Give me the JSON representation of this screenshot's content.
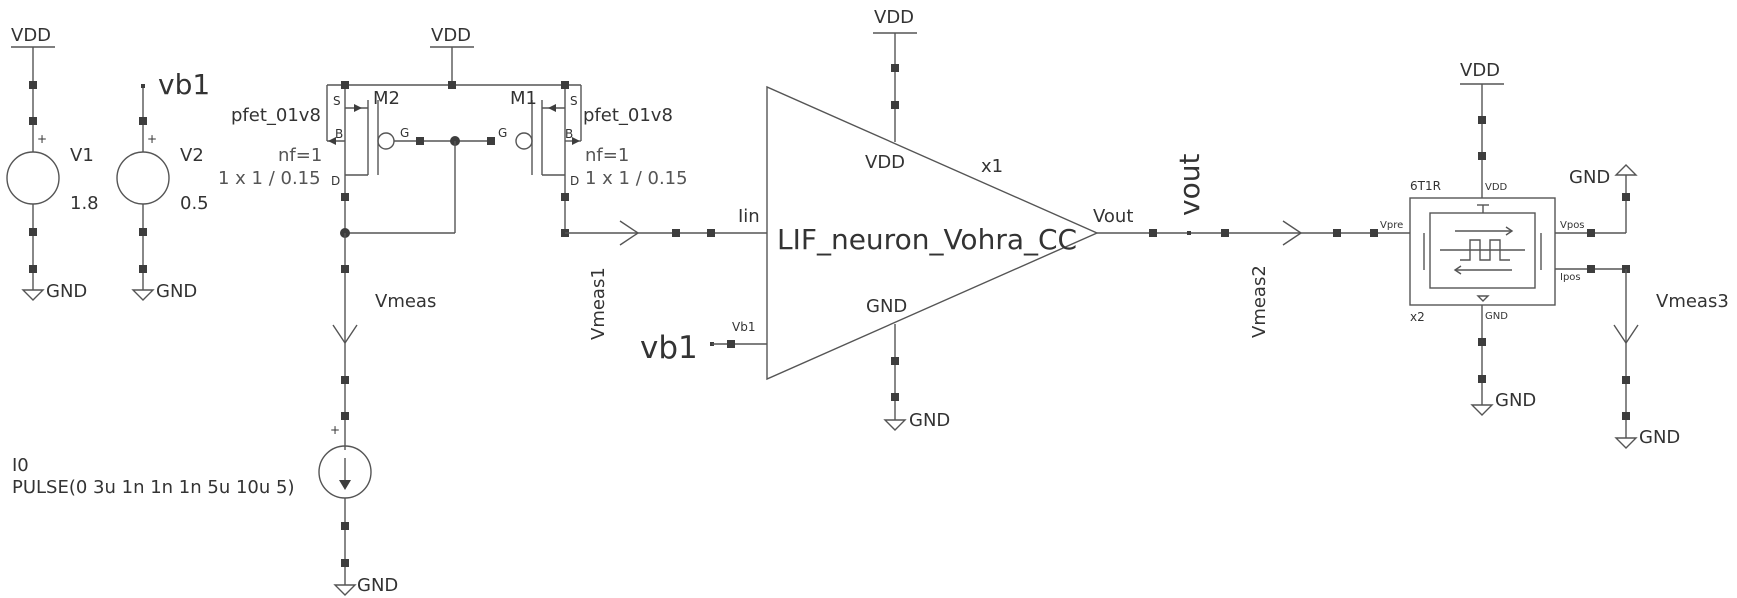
{
  "components": {
    "v1": {
      "name": "V1",
      "value": "1.8"
    },
    "v2": {
      "name": "V2",
      "value": "0.5"
    },
    "m2": {
      "name": "M2",
      "model": "pfet_01v8",
      "nf": "nf=1",
      "size": "1 x 1 / 0.15"
    },
    "m1": {
      "name": "M1",
      "model": "pfet_01v8",
      "nf": "nf=1",
      "size": "1 x 1 / 0.15"
    },
    "i0": {
      "name": "I0",
      "value": "PULSE(0 3u 1n 1n 1n 5u 10u 5)"
    },
    "x1": {
      "name": "x1",
      "cell": "LIF_neuron_Vohra_CC",
      "pin_vdd": "VDD",
      "pin_gnd": "GND",
      "pin_iin": "Iin",
      "pin_vb1": "Vb1",
      "pin_vout": "Vout"
    },
    "x2": {
      "name": "x2",
      "cell": "6T1R",
      "pin_vdd": "VDD",
      "pin_gnd": "GND",
      "pin_vpre": "Vpre",
      "pin_vpos": "Vpos",
      "pin_ipos": "Ipos"
    }
  },
  "pins": {
    "s": "S",
    "b": "B",
    "g": "G",
    "d": "D",
    "plus": "+"
  },
  "nets": {
    "vdd": "VDD",
    "gnd": "GND",
    "vb1": "vb1",
    "vout": "vout",
    "vmeas": "Vmeas",
    "vmeas1": "Vmeas1",
    "vmeas2": "Vmeas2",
    "vmeas3": "Vmeas3"
  },
  "colors": {
    "wire": "#555555",
    "pin": "#3d3d3d",
    "text": "#333333",
    "background": "#ffffff"
  }
}
